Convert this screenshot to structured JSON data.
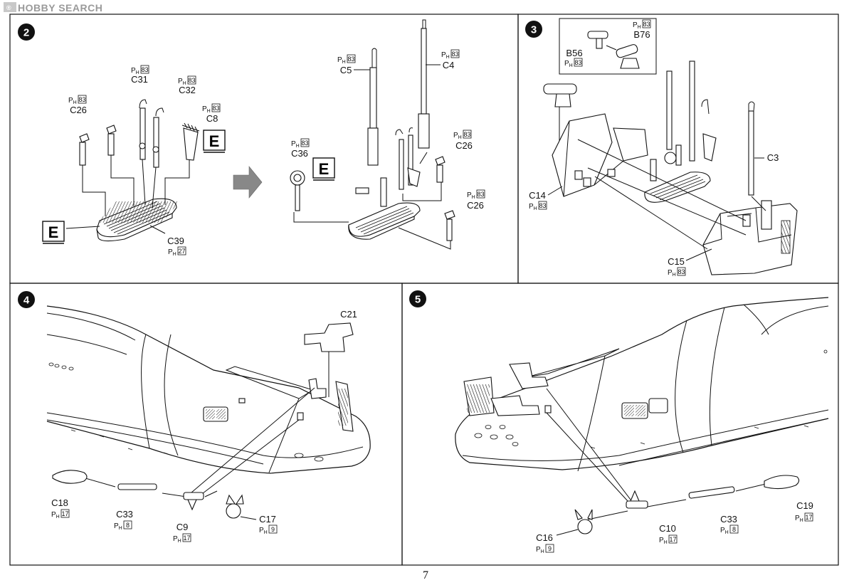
{
  "watermark": "HOBBY SEARCH",
  "page_number": "7",
  "runner_E": "E",
  "ph_prefix": "P",
  "ph_sub": "H",
  "steps": [
    {
      "number": "2",
      "labels": {
        "c31": "C31",
        "c31_ph": "83",
        "c32": "C32",
        "c32_ph": "83",
        "c26": "C26",
        "c26_ph": "83",
        "c8": "C8",
        "c8_ph": "83",
        "c39": "C39",
        "c39_ph": "27",
        "c5": "C5",
        "c5_ph": "83",
        "c4": "C4",
        "c4_ph": "83",
        "c36": "C36",
        "c36_ph": "83",
        "c26b": "C26",
        "c26b_ph": "83",
        "c26c": "C26",
        "c26c_ph": "83"
      }
    },
    {
      "number": "3",
      "labels": {
        "b76": "B76",
        "b76_ph": "83",
        "b56": "B56",
        "b56_ph": "83",
        "c3": "C3",
        "c14": "C14",
        "c14_ph": "83",
        "c15": "C15",
        "c15_ph": "83"
      }
    },
    {
      "number": "4",
      "labels": {
        "c21": "C21",
        "c18": "C18",
        "c18_ph": "17",
        "c33": "C33",
        "c33_ph": "8",
        "c9": "C9",
        "c9_ph": "17",
        "c17": "C17",
        "c17_ph": "9"
      }
    },
    {
      "number": "5",
      "labels": {
        "c16": "C16",
        "c16_ph": "9",
        "c10": "C10",
        "c10_ph": "17",
        "c33": "C33",
        "c33_ph": "8",
        "c19": "C19",
        "c19_ph": "17"
      }
    }
  ]
}
